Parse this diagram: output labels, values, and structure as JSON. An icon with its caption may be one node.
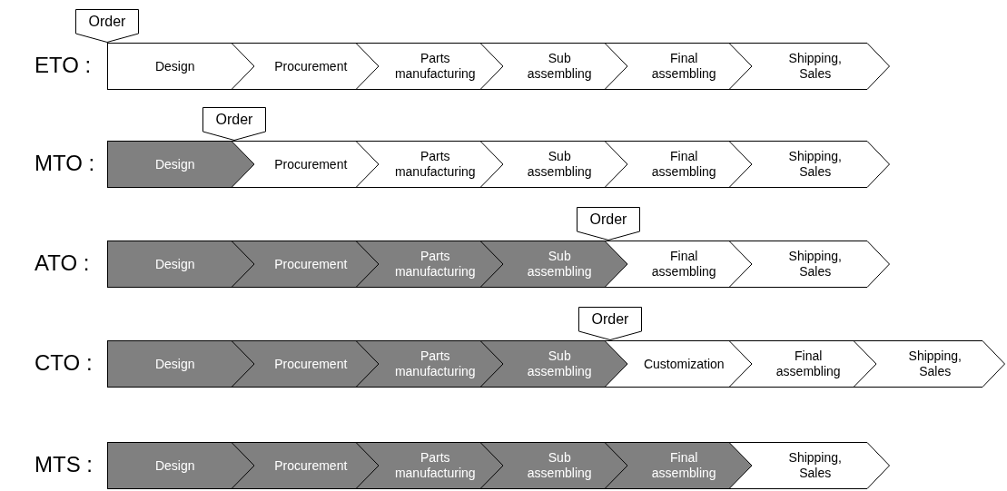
{
  "diagram": {
    "nodes": [
      {
        "text": [
          "Order"
        ]
      },
      {
        "text": [
          "Design"
        ]
      },
      {
        "text": [
          "Procurement"
        ]
      },
      {
        "text": [
          "Parts manufacturing"
        ]
      },
      {
        "text": [
          "Sub assembling"
        ]
      },
      {
        "text": [
          "Final assembling"
        ]
      },
      {
        "text": [
          "Shipping, Sales"
        ]
      },
      {
        "text": [
          "Order"
        ]
      },
      {
        "text": [
          "Design"
        ]
      },
      {
        "text": [
          "Procurement"
        ]
      },
      {
        "text": [
          "Parts manufacturing"
        ]
      },
      {
        "text": [
          "Sub assembling"
        ]
      },
      {
        "text": [
          "Final assembling"
        ]
      },
      {
        "text": [
          "Shipping, Sales"
        ]
      },
      {
        "text": [
          "Order"
        ]
      },
      {
        "text": [
          "Design"
        ]
      },
      {
        "text": [
          "Procurement"
        ]
      },
      {
        "text": [
          "Parts manufacturing"
        ]
      },
      {
        "text": [
          "Sub assembling"
        ]
      },
      {
        "text": [
          "Final assembling"
        ]
      },
      {
        "text": [
          "Shipping, Sales"
        ]
      },
      {
        "text": [
          "Order"
        ]
      },
      {
        "text": [
          "Design"
        ]
      },
      {
        "text": [
          "Procurement"
        ]
      },
      {
        "text": [
          "Parts manufacturing"
        ]
      },
      {
        "text": [
          "Sub assembling"
        ]
      },
      {
        "text": [
          "Customization"
        ]
      },
      {
        "text": [
          "Final assembling"
        ]
      },
      {
        "text": [
          "Shipping, Sales"
        ]
      },
      {
        "text": [
          "Design"
        ]
      },
      {
        "text": [
          "Procurement"
        ]
      },
      {
        "text": [
          "Parts manufacturing"
        ]
      },
      {
        "text": [
          "Sub assembling"
        ]
      },
      {
        "text": [
          "Final assembling"
        ]
      },
      {
        "text": [
          "Shipping, Sales"
        ]
      }
    ],
    "labels": [
      "ETO :",
      "MTO :",
      "ATO :",
      "CTO :",
      "MTS :"
    ]
  }
}
